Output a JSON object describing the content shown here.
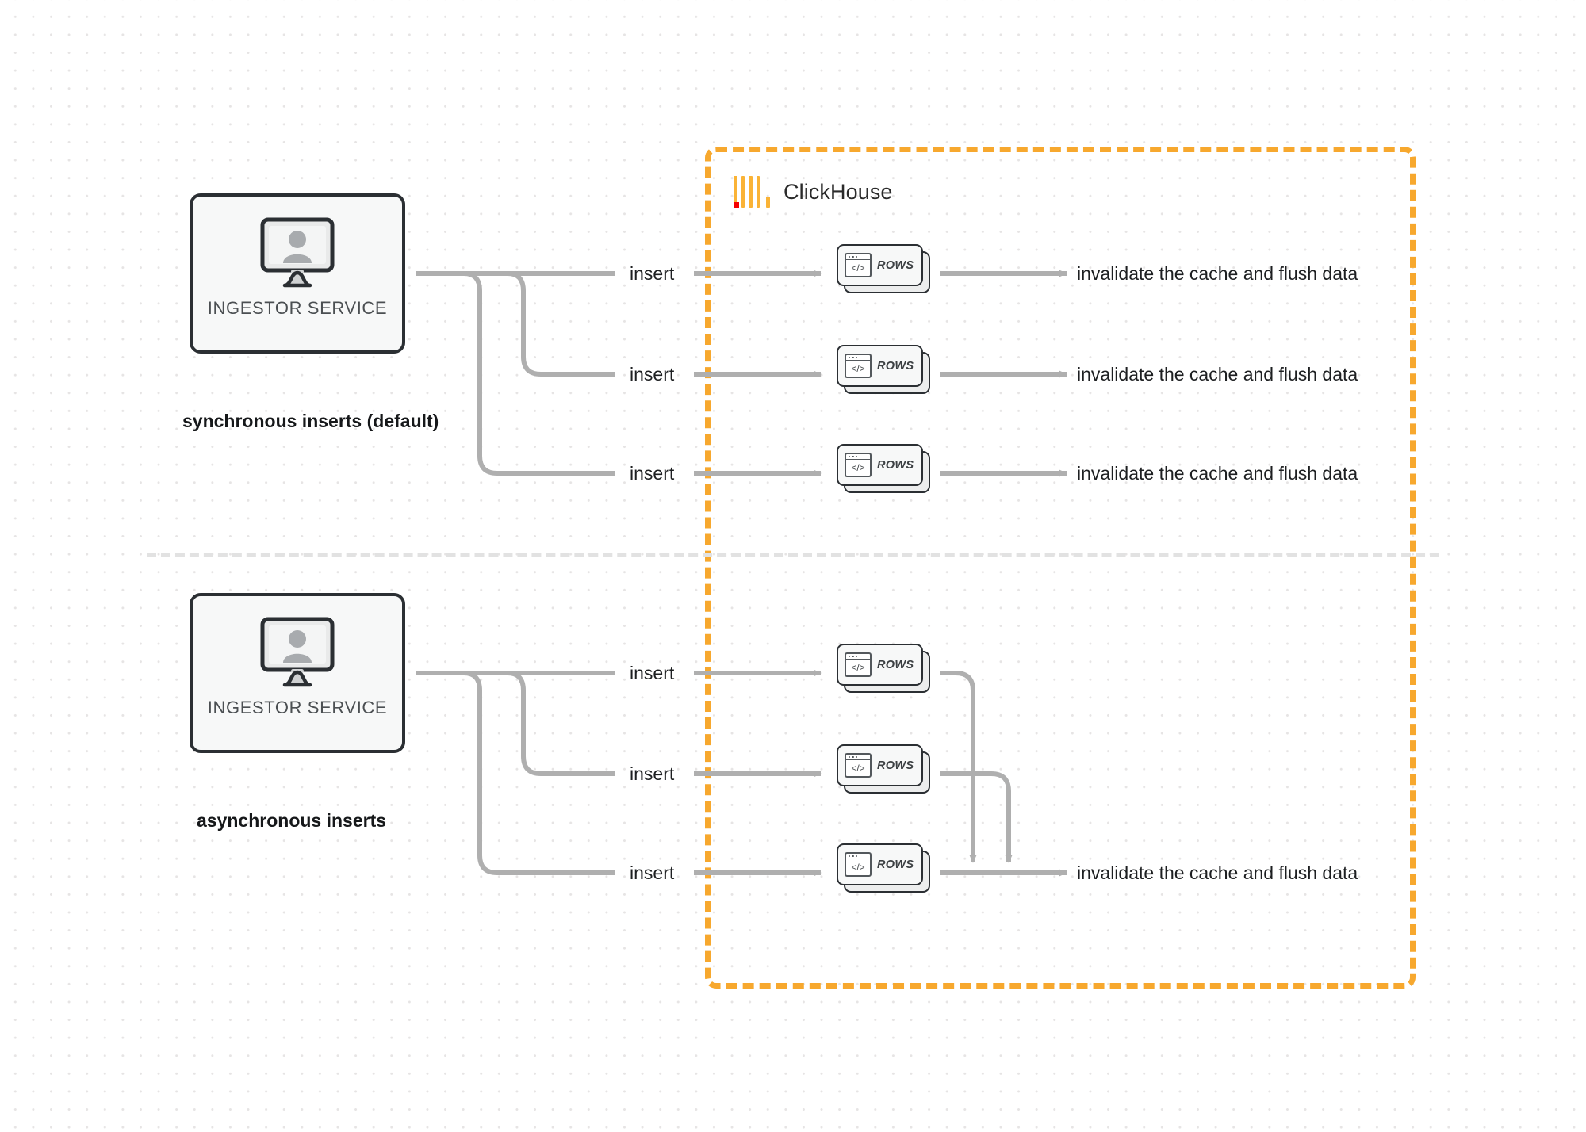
{
  "diagram": {
    "title": "ClickHouse synchronous vs asynchronous inserts",
    "background": "#ffffff",
    "grid": "dot-grid",
    "colors": {
      "accent_orange": "#F7A82E",
      "logo_yellow": "#FAB336",
      "logo_red": "#F50000",
      "wire_gray": "#AFAFAF",
      "box_border": "#2b2f33",
      "text_dark": "#1d1f21"
    }
  },
  "clickhouse_boundary": {
    "label": "ClickHouse",
    "logo_name": "clickhouse-logo",
    "border_style": "dashed",
    "border_color": "#F7A82E"
  },
  "sections": [
    {
      "id": "synchronous",
      "caption": "synchronous inserts (default)",
      "service": {
        "label": "INGESTOR SERVICE",
        "icon": "monitor-user-icon"
      },
      "rows": [
        {
          "insert_label": "insert",
          "card_label": "ROWS",
          "card_icon": "code-window-icon",
          "result_label": "invalidate the cache and flush data"
        },
        {
          "insert_label": "insert",
          "card_label": "ROWS",
          "card_icon": "code-window-icon",
          "result_label": "invalidate the cache and flush data"
        },
        {
          "insert_label": "insert",
          "card_label": "ROWS",
          "card_icon": "code-window-icon",
          "result_label": "invalidate the cache and flush data"
        }
      ]
    },
    {
      "id": "asynchronous",
      "caption": "asynchronous inserts",
      "service": {
        "label": "INGESTOR SERVICE",
        "icon": "monitor-user-icon"
      },
      "rows": [
        {
          "insert_label": "insert",
          "card_label": "ROWS",
          "card_icon": "code-window-icon",
          "result_label": ""
        },
        {
          "insert_label": "insert",
          "card_label": "ROWS",
          "card_icon": "code-window-icon",
          "result_label": ""
        },
        {
          "insert_label": "insert",
          "card_label": "ROWS",
          "card_icon": "code-window-icon",
          "result_label": "invalidate the cache and flush data"
        }
      ],
      "merged_result_label": "invalidate the cache and flush data"
    }
  ],
  "icons": {
    "code_glyph": "</>",
    "monitor": "monitor-user-icon"
  }
}
